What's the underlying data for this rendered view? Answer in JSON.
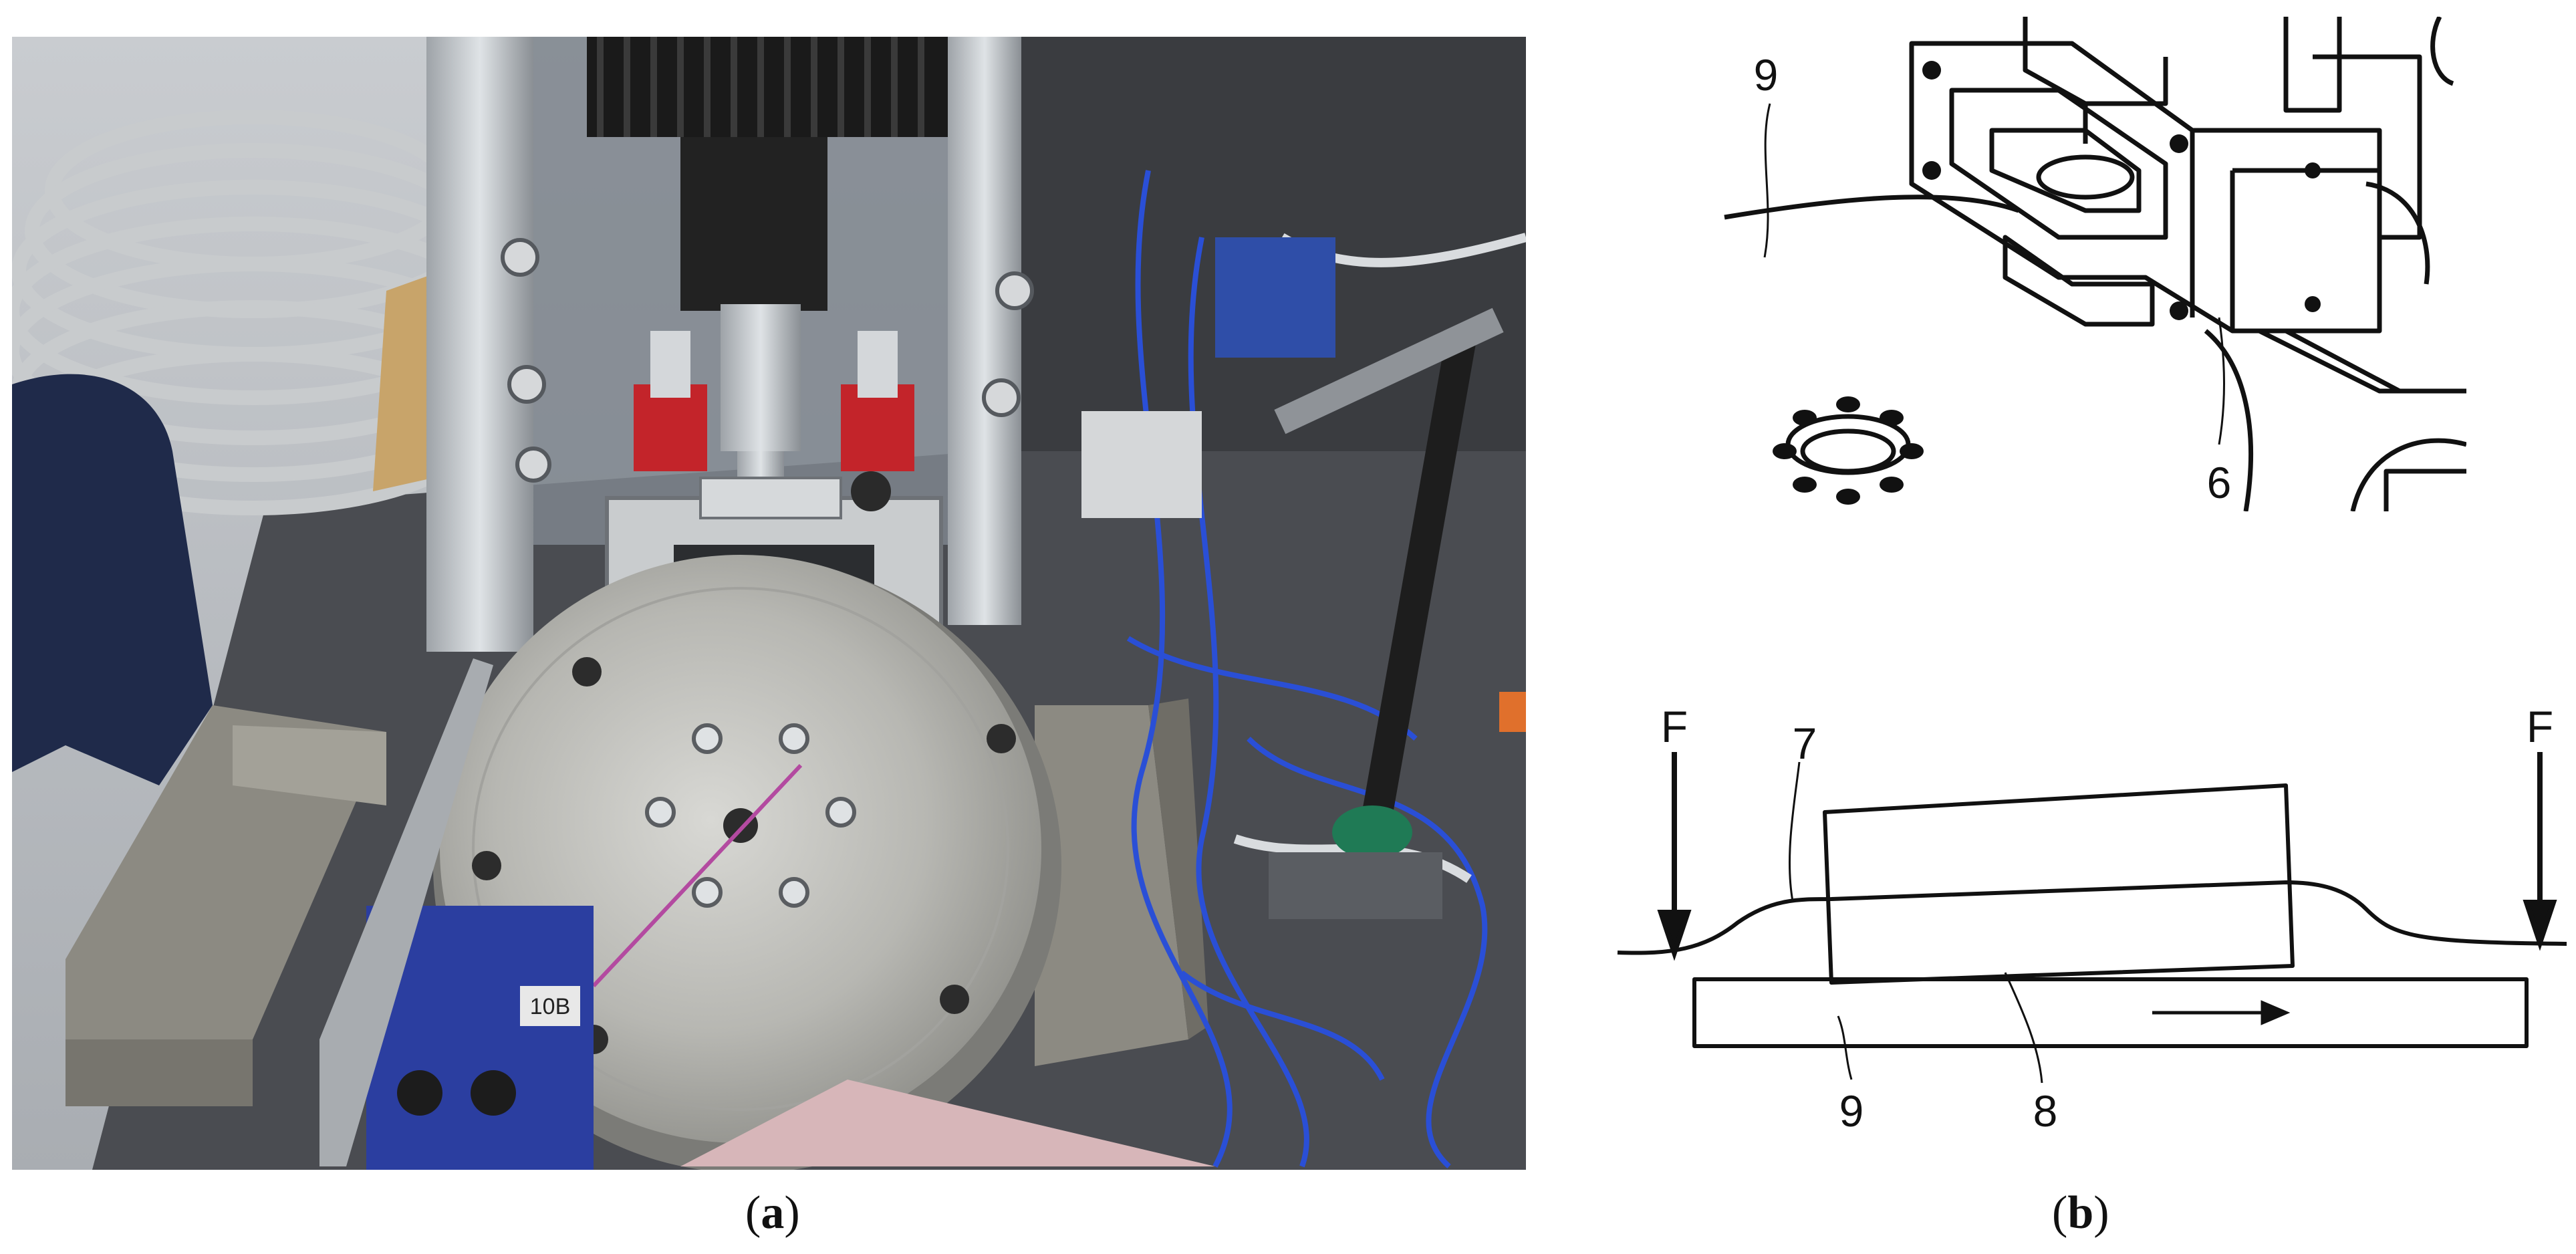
{
  "panels": [
    {
      "id": "a",
      "caption_label": "a",
      "photo_label": "10B"
    },
    {
      "id": "b",
      "caption_label": "b",
      "top_drawing": {
        "callouts": [
          "9",
          "6"
        ]
      },
      "bottom_drawing": {
        "callouts": [
          "F",
          "F",
          "7",
          "8",
          "9"
        ]
      }
    }
  ],
  "colors": {
    "ink": "#111111",
    "background": "#ffffff",
    "plate_metal": "#b9b9b6",
    "foam": "#8c8a82",
    "wire_blue": "#2a4fd6"
  }
}
